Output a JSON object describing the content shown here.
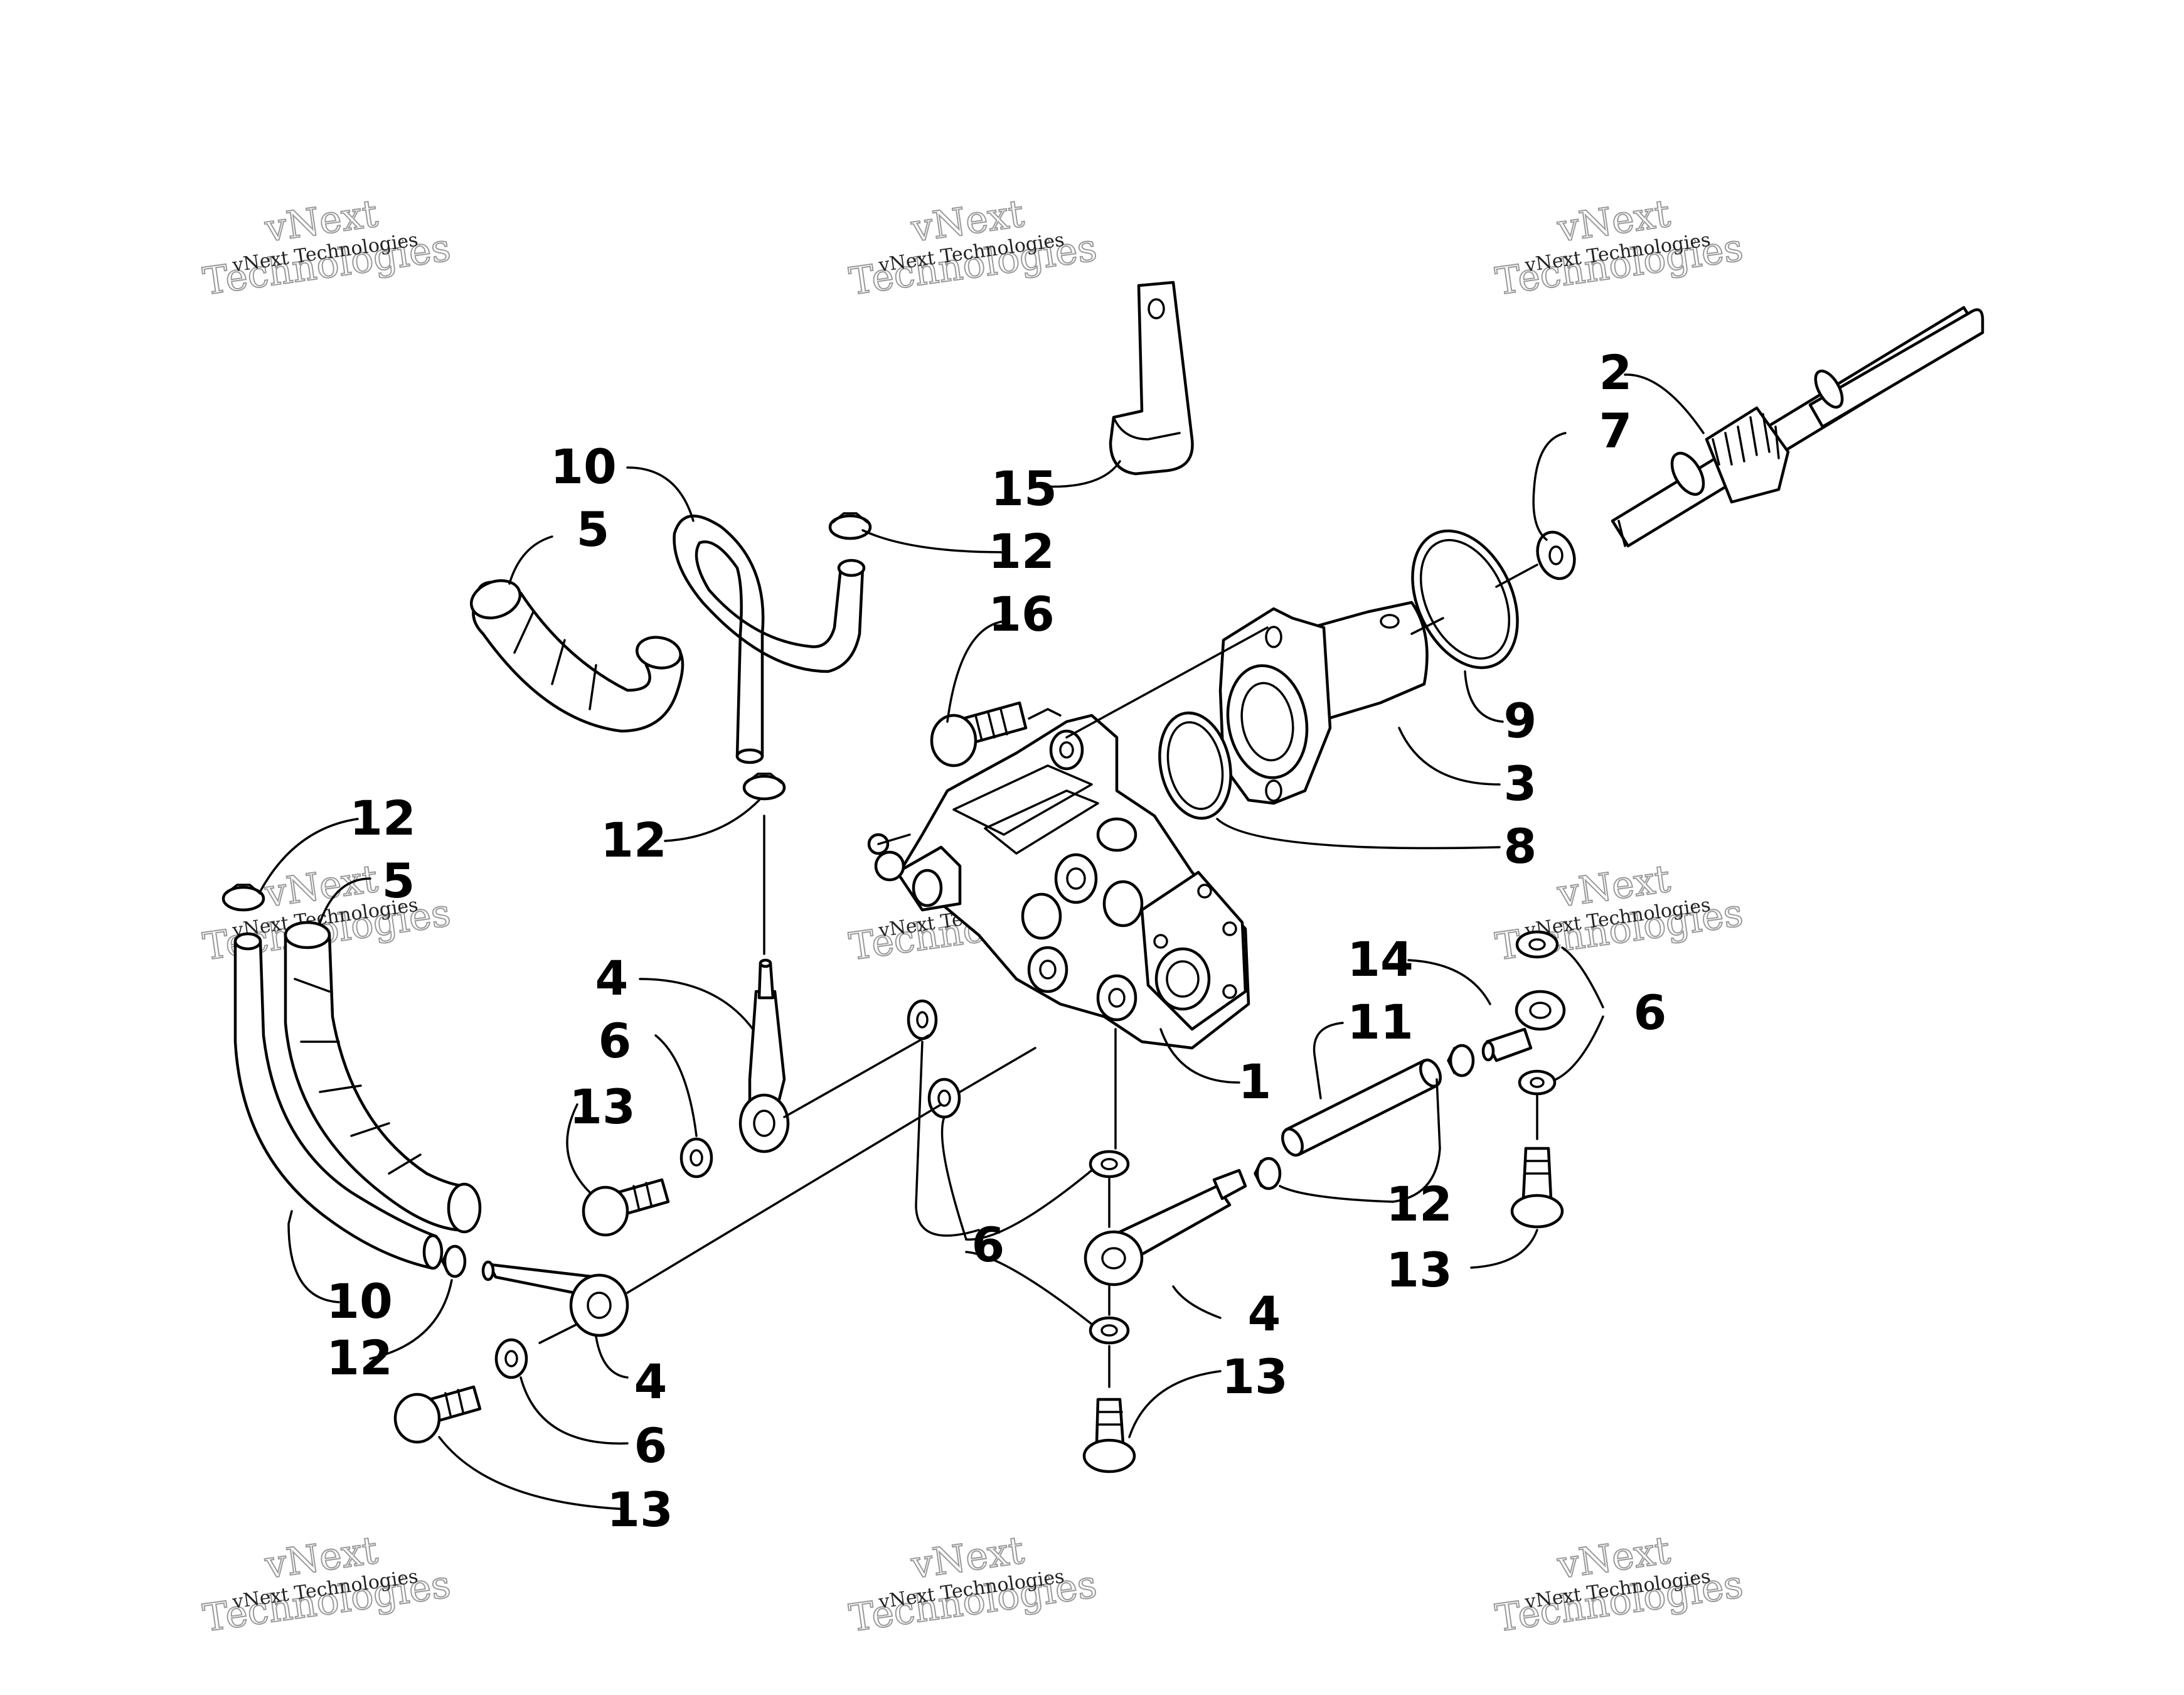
{
  "watermark": {
    "line": "vNext Technologies",
    "big_top": "vNext",
    "big_bottom": "Technologies"
  },
  "callouts": {
    "c1": "1",
    "c2": "2",
    "c3": "3",
    "c4a": "4",
    "c4b": "4",
    "c4c": "4",
    "c5a": "5",
    "c5b": "5",
    "c6a": "6",
    "c6b": "6",
    "c6c": "6",
    "c6d": "6",
    "c7": "7",
    "c8": "8",
    "c9": "9",
    "c10a": "10",
    "c10b": "10",
    "c11": "11",
    "c12a": "12",
    "c12b": "12",
    "c12c": "12",
    "c12d": "12",
    "c12e": "12",
    "c13a": "13",
    "c13b": "13",
    "c13c": "13",
    "c13d": "13",
    "c14": "14",
    "c15": "15",
    "c16": "16"
  }
}
